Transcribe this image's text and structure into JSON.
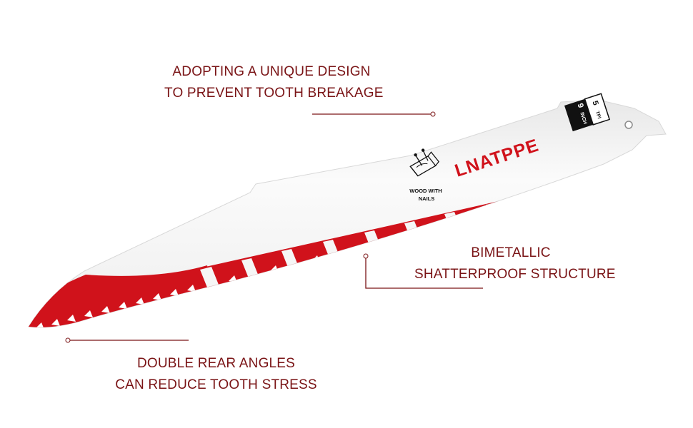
{
  "product": {
    "brand": "LNATPPE",
    "size_value": "9",
    "size_unit": "INCH",
    "tpi_value": "5",
    "tpi_unit": "TPI",
    "material_label_line1": "WOOD WITH",
    "material_label_line2": "NAILS"
  },
  "callouts": {
    "top": {
      "line1": "ADOPTING A UNIQUE DESIGN",
      "line2": "TO PREVENT TOOTH BREAKAGE"
    },
    "right": {
      "line1": "BIMETALLIC",
      "line2": "SHATTERPROOF STRUCTURE"
    },
    "bottom": {
      "line1": "DOUBLE REAR ANGLES",
      "line2": "CAN REDUCE TOOTH STRESS"
    }
  },
  "colors": {
    "callout_text": "#7a1416",
    "accent_red": "#d0121b",
    "blade_white": "#f4f4f4"
  }
}
